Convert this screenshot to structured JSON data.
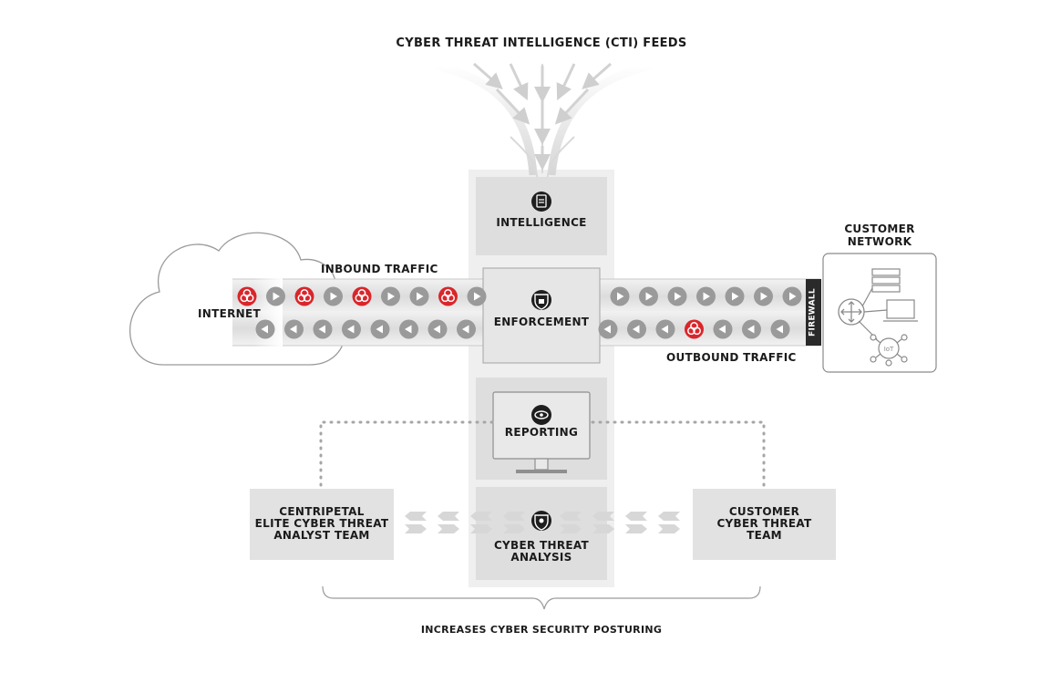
{
  "title": "CYBER THREAT INTELLIGENCE (CTI) FEEDS",
  "stages": {
    "intelligence": "INTELLIGENCE",
    "enforcement": "ENFORCEMENT",
    "reporting": "REPORTING",
    "analysis_line1": "CYBER THREAT",
    "analysis_line2": "ANALYSIS"
  },
  "traffic": {
    "inbound": "INBOUND TRAFFIC",
    "outbound": "OUTBOUND TRAFFIC",
    "internet": "INTERNET",
    "firewall": "FIREWALL"
  },
  "customer_network": {
    "line1": "CUSTOMER",
    "line2": "NETWORK",
    "iot": "IoT"
  },
  "teams": {
    "centripetal_line1": "CENTRIPETAL",
    "centripetal_line2": "ELITE CYBER THREAT",
    "centripetal_line3": "ANALYST TEAM",
    "customer_line1": "CUSTOMER",
    "customer_line2": "CYBER THREAT",
    "customer_line3": "TEAM"
  },
  "footer": "INCREASES CYBER SECURITY POSTURING",
  "colors": {
    "threat": "#d9262b",
    "token": "#9a9a9a",
    "pipe": "#e6e6e6",
    "panel": "#e4e4e4",
    "dark": "#1e1e1e"
  },
  "flows": {
    "inbound_left": [
      "threat",
      "arrow",
      "threat",
      "arrow",
      "threat",
      "arrow",
      "arrow",
      "threat",
      "arrow"
    ],
    "inbound_right": [
      "arrow",
      "arrow",
      "arrow",
      "arrow",
      "arrow",
      "arrow",
      "arrow"
    ],
    "outbound_left": [
      "arrow",
      "arrow",
      "arrow",
      "arrow",
      "arrow",
      "arrow",
      "arrow",
      "arrow"
    ],
    "outbound_right": [
      "arrow",
      "arrow",
      "arrow",
      "threat",
      "arrow",
      "arrow",
      "arrow"
    ]
  }
}
